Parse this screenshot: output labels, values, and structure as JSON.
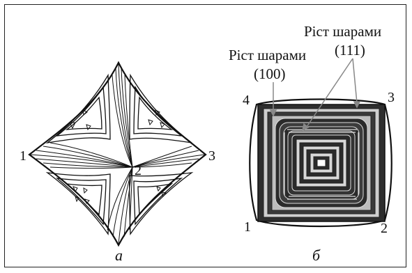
{
  "panel_a": {
    "caption": "а",
    "vertex_labels": {
      "left": "1",
      "center": "2",
      "right": "3"
    }
  },
  "panel_b": {
    "caption": "б",
    "growth_label_100": {
      "line1": "Ріст шарами",
      "line2": "(100)"
    },
    "growth_label_111": {
      "line1": "Ріст шарами",
      "line2": "(111)"
    },
    "corner_labels": {
      "top_left": "4",
      "top_right": "3",
      "bottom_left": "1",
      "bottom_right": "2"
    }
  },
  "colors": {
    "ink": "#111111",
    "dark_band": "#333333",
    "light_band": "#d0d0d0",
    "arrow": "#888888"
  }
}
